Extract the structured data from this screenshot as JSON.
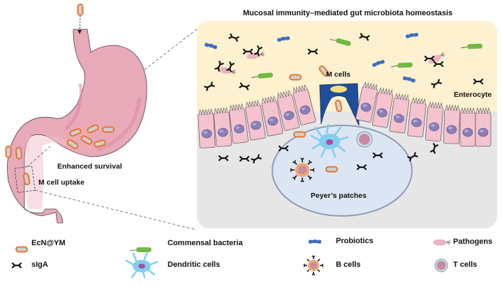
{
  "title": "Mucosal immunity–mediated gut microbiota homeostasis",
  "labels": {
    "m_cells": "M cells",
    "enterocyte": "Enterocyte",
    "peyers_patches": "Peyer’s patches",
    "enhanced_survival": "Enhanced survival",
    "m_cell_uptake": "M cell uptake"
  },
  "legend": [
    {
      "icon": "ecn-ym-capsule-icon",
      "label": "EcN@YM"
    },
    {
      "icon": "commensal-bacteria-icon",
      "label": "Commensal bacteria"
    },
    {
      "icon": "probiotics-icon",
      "label": "Probiotics"
    },
    {
      "icon": "pathogen-icon",
      "label": "Pathogens"
    },
    {
      "icon": "siga-icon",
      "label": "sIgA"
    },
    {
      "icon": "dendritic-cell-icon",
      "label": "Dendritic cells"
    },
    {
      "icon": "b-cell-icon",
      "label": "B cells"
    },
    {
      "icon": "t-cell-icon",
      "label": "T cells"
    }
  ],
  "colors": {
    "stomach": "#e8a9b8",
    "lumen": "#fdf1cf",
    "tissue": "#e6e6e6",
    "enterocyte": "#f4c3cf",
    "nucleus": "#8a7fb5",
    "m_cell": "#1f4f9a",
    "peyers": "#dce5f3",
    "capsule_border": "#e8762a",
    "capsule_fill": "#cfcfcf",
    "commensal": "#72b844",
    "probiotic": "#3b6cc0",
    "pathogen": "#e9b3c3",
    "dendritic": "#7fcfef"
  }
}
